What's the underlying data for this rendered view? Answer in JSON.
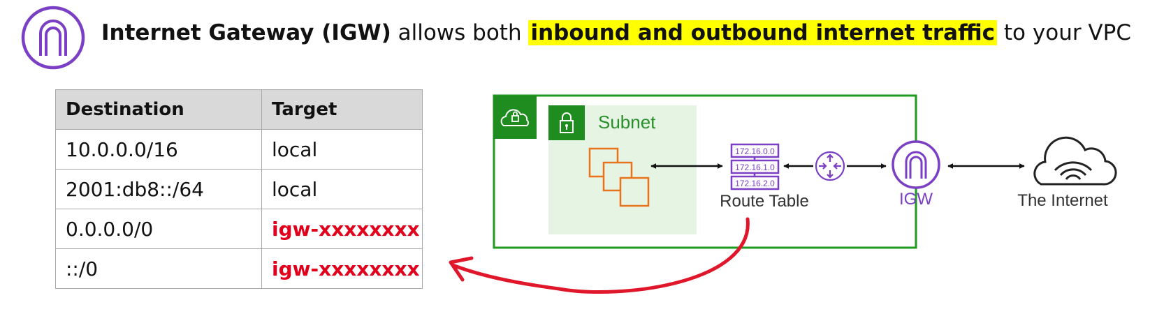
{
  "header": {
    "part1": "Internet Gateway (IGW)",
    "part2": " allows both ",
    "highlight": "inbound and outbound internet traffic",
    "part3": " to your VPC"
  },
  "route_table": {
    "headers": [
      "Destination",
      "Target"
    ],
    "rows": [
      {
        "destination": "10.0.0.0/16",
        "target": "local",
        "highlight": false
      },
      {
        "destination": "2001:db8::/64",
        "target": "local",
        "highlight": false
      },
      {
        "destination": "0.0.0.0/0",
        "target": "igw-xxxxxxxx",
        "highlight": true
      },
      {
        "destination": "::/0",
        "target": "igw-xxxxxxxx",
        "highlight": true
      }
    ]
  },
  "diagram": {
    "subnet_label": "Subnet",
    "route_entries": [
      "172.16.0.0",
      "172.16.1.0",
      "172.16.2.0"
    ],
    "route_table_label": "Route Table",
    "igw_label": "IGW",
    "internet_label": "The Internet"
  },
  "colors": {
    "vpc_border": "#1e9a1e",
    "subnet_fill": "#e6f4e4",
    "subnet_text": "#2a8f2a",
    "instance": "#e8731a",
    "purple": "#7a3fc4",
    "arrow_red": "#e0162b",
    "highlight": "#ffff00",
    "red_text": "#e0001b"
  },
  "icons": [
    "igw-icon",
    "cloud-lock-icon",
    "lock-icon",
    "ec2-instances-icon",
    "route-table-icon",
    "router-icon",
    "internet-cloud-icon"
  ]
}
